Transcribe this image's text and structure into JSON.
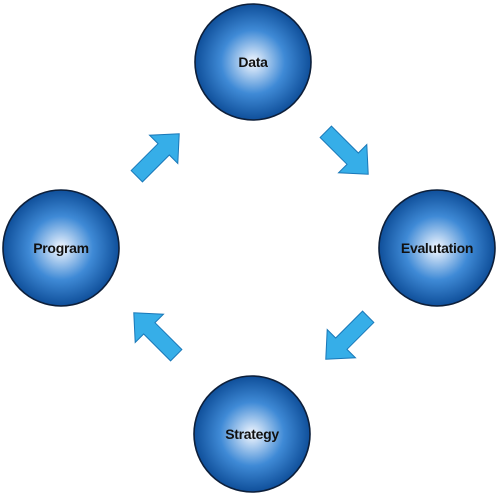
{
  "diagram": {
    "nodes": [
      {
        "id": "data",
        "label": "Data"
      },
      {
        "id": "evaluation",
        "label": "Evalutation"
      },
      {
        "id": "strategy",
        "label": "Strategy"
      },
      {
        "id": "program",
        "label": "Program"
      }
    ],
    "cycle_order": [
      "data",
      "evaluation",
      "strategy",
      "program"
    ],
    "colors": {
      "circle_center": "#f4f8ff",
      "circle_mid": "#3f8ad6",
      "circle_edge": "#0f4f9a",
      "circle_outline": "#0d1f3a",
      "arrow_fill": "#36aee8",
      "arrow_outline": "#1a78b8",
      "label_text": "#111111"
    }
  }
}
